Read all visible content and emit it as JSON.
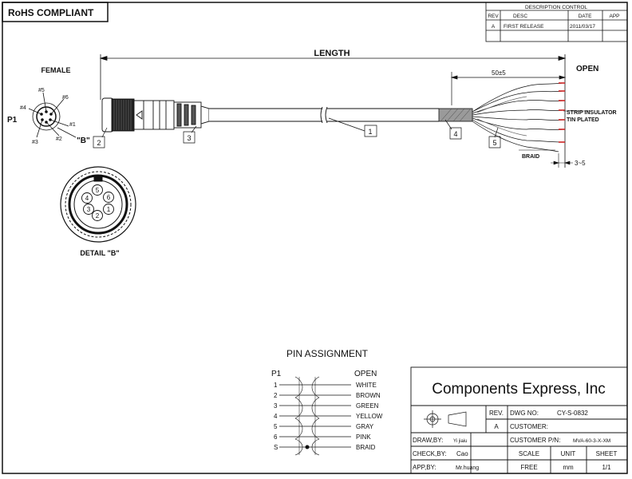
{
  "rohs": "RoHS COMPLIANT",
  "revision_block": {
    "title": "DESCRIPTION CONTROL",
    "headers": [
      "REV",
      "DESC",
      "DATE",
      "APP"
    ],
    "row": {
      "rev": "A",
      "desc": "FIRST RELEASE",
      "date": "2011/03/17",
      "app": ""
    }
  },
  "cable": {
    "length_label": "LENGTH",
    "open_label": "OPEN",
    "strip_dim": "50±5",
    "strip_note_line1": "STRIP INSULATOR",
    "strip_note_line2": "TIN PLATED",
    "braid_label": "BRAID",
    "end_dim": "3~5",
    "balloons": [
      "1",
      "2",
      "3",
      "4",
      "5"
    ]
  },
  "connector": {
    "p1": "P1",
    "female": "FEMALE",
    "detail_ref": "\"B\"",
    "pin_labels": [
      "#1",
      "#2",
      "#3",
      "#4",
      "#5",
      "#6"
    ],
    "detail_title": "DETAIL \"B\"",
    "detail_pins": [
      "1",
      "2",
      "3",
      "4",
      "5",
      "6"
    ]
  },
  "pin_assignment": {
    "title": "PIN  ASSIGNMENT",
    "left_header": "P1",
    "right_header": "OPEN",
    "pins": [
      "1",
      "2",
      "3",
      "4",
      "5",
      "6",
      "S"
    ],
    "colors": [
      "WHITE",
      "BROWN",
      "GREEN",
      "YELLOW",
      "GRAY",
      "PINK",
      "BRAID"
    ]
  },
  "title_block": {
    "company": "Components Express, Inc",
    "rev_label": "REV.",
    "rev_value": "A",
    "dwg_label": "DWG NO:",
    "dwg_value": "CY-S-0832",
    "customer_label": "CUSTOMER:",
    "customer_pn_label": "CUSTOMER P/N:",
    "customer_pn_value": "MVA-60-3-X-XM",
    "draw_label": "DRAW,BY:",
    "draw_value": "Yi jiaiu",
    "check_label": "CHECK,BY:",
    "check_value": "Cao",
    "app_label": "APP,BY:",
    "app_value": "Mr.huang",
    "scale_label": "SCALE",
    "scale_value": "FREE",
    "unit_label": "UNIT",
    "unit_value": "mm",
    "sheet_label": "SHEET",
    "sheet_value": "1/1"
  }
}
